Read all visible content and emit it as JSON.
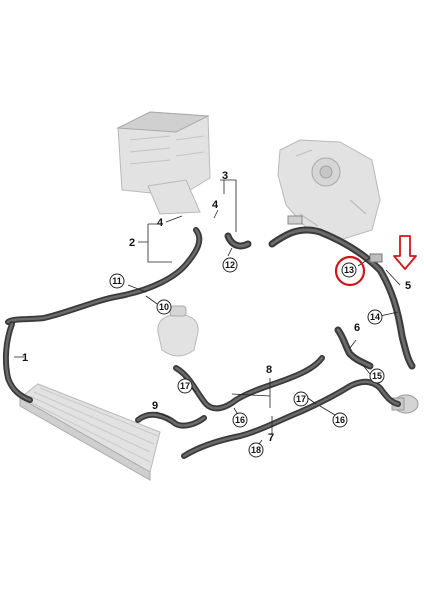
{
  "labels": {
    "l1": "1",
    "l2": "2",
    "l3": "3",
    "l4a": "4",
    "l4b": "4",
    "l5": "5",
    "l6": "6",
    "l7": "7",
    "l8": "8",
    "l9": "9",
    "c10": "10",
    "c11": "11",
    "c12": "12",
    "c13": "13",
    "c14": "14",
    "c15": "15",
    "c16a": "16",
    "c16b": "16",
    "c17a": "17",
    "c17b": "17",
    "c18": "18"
  },
  "colors": {
    "highlight": "#d0161b",
    "hose": "#3a3a3a",
    "component": "#e2e2e2"
  },
  "highlighted_part": "13"
}
